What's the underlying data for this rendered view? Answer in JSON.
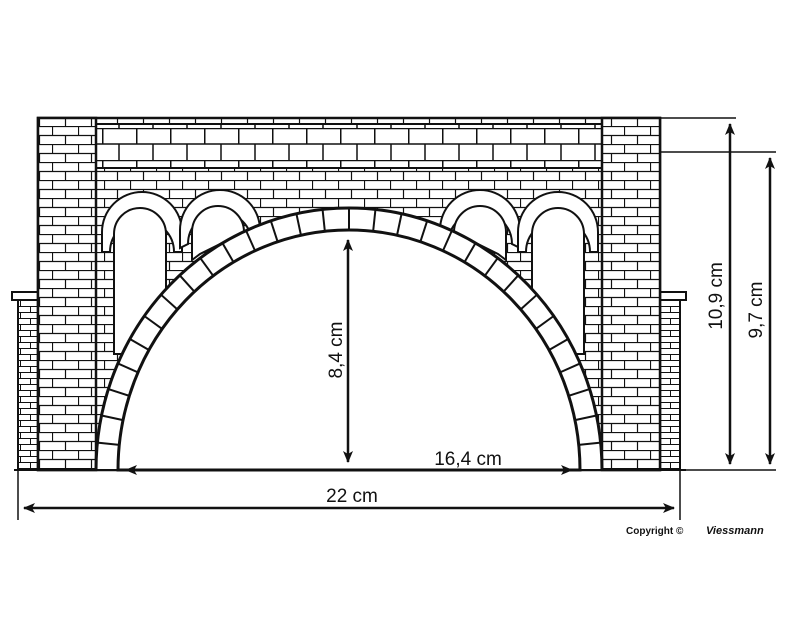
{
  "drawing": {
    "subject": "stone arch bridge portal",
    "stroke_color": "#111111",
    "background_color": "#ffffff"
  },
  "dimensions": {
    "arch_height": "8,4 cm",
    "arch_span": "16,4 cm",
    "total_width": "22 cm",
    "total_height": "10,9 cm",
    "side_height": "9,7 cm"
  },
  "copyright": {
    "label": "Copyright ©",
    "brand": "Viessmann"
  }
}
